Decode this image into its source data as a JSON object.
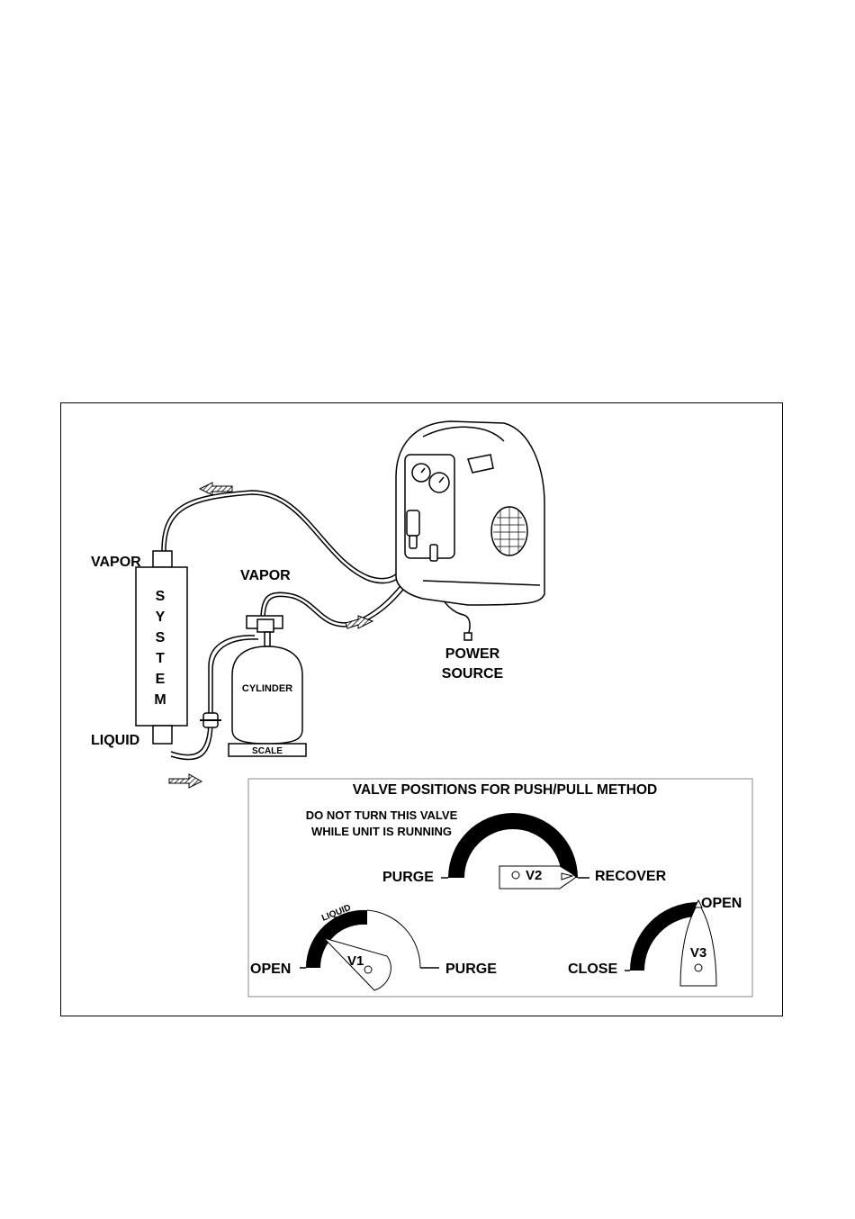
{
  "diagram": {
    "system_letters": [
      "S",
      "Y",
      "S",
      "T",
      "E",
      "M"
    ],
    "labels": {
      "system_vapor": "VAPOR",
      "system_liquid": "LIQUID",
      "cylinder_vapor": "VAPOR",
      "cylinder": "CYLINDER",
      "scale": "SCALE",
      "power_line1": "POWER",
      "power_line2": "SOURCE"
    },
    "valve_panel": {
      "title": "VALVE POSITIONS FOR PUSH/PULL METHOD",
      "warning_line1": "DO NOT TURN THIS VALVE",
      "warning_line2": "WHILE UNIT IS RUNNING",
      "v2": {
        "name": "V2",
        "left": "PURGE",
        "right": "RECOVER"
      },
      "v1": {
        "name": "V1",
        "left": "OPEN",
        "right": "PURGE",
        "arc_tag": "LIQUID"
      },
      "v3": {
        "name": "V3",
        "left": "CLOSE",
        "right": "OPEN"
      }
    }
  }
}
